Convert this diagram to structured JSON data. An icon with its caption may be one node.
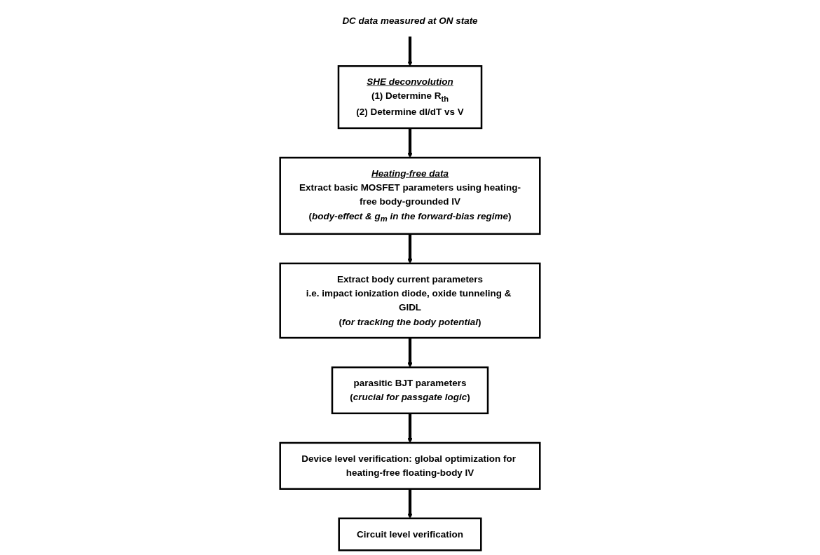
{
  "diagram": {
    "nodes": [
      {
        "text": [
          "DC data measured at ON state"
        ]
      },
      {
        "text": [
          "SHE deconvolution",
          "(1) Determine R$_{th}$",
          "(2) Determine dI/dT vs V"
        ]
      },
      {
        "text": [
          "Heating-free data",
          "Extract basic MOSFET parameters using heating-free body-grounded IV",
          "(*body-effect & g$_{m}$ in the forward-bias regime*)"
        ]
      },
      {
        "text": [
          "Extract body current parameters",
          "i.e. impact ionization diode, oxide tunneling & GIDL",
          "(*for tracking the body potential*)"
        ]
      },
      {
        "text": [
          "parasitic BJT parameters",
          "(*crucial for passgate logic*)"
        ]
      },
      {
        "text": [
          "Device level verification: global optimization for heating-free floating-body IV"
        ]
      },
      {
        "text": [
          "Circuit level verification"
        ]
      }
    ],
    "edges": [
      {
        "from": 0,
        "to": 1,
        "arrow": "to"
      },
      {
        "from": 1,
        "to": 2,
        "arrow": "to"
      },
      {
        "from": 2,
        "to": 3,
        "arrow": "to"
      },
      {
        "from": 3,
        "to": 4,
        "arrow": "to"
      },
      {
        "from": 4,
        "to": 5,
        "arrow": "to"
      },
      {
        "from": 5,
        "to": 6,
        "arrow": "to"
      }
    ]
  }
}
